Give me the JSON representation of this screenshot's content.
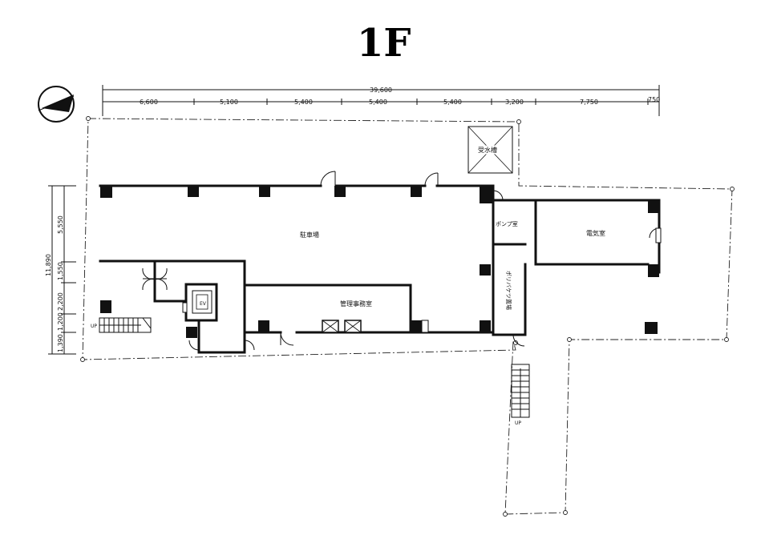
{
  "title": "1F",
  "dimensions": {
    "total_width": "39,600",
    "segments": [
      "6,600",
      "5,100",
      "5,400",
      "5,400",
      "5,400",
      "3,200",
      "7,750",
      "750"
    ],
    "total_depth": "11,890",
    "depth_segments": [
      "5,550",
      "1,550",
      "2,200",
      "1,200",
      "1,390"
    ]
  },
  "rooms": {
    "parking": "駐車場",
    "water_tank": "受水槽",
    "pump_room": "ポンプ室",
    "electrical_room": "電気室",
    "poly_bucket": "ポリバケツ置場",
    "management_office": "管理事務室",
    "elevator": "EV"
  },
  "stairs": {
    "left_up": "UP",
    "right_up": "UP"
  }
}
